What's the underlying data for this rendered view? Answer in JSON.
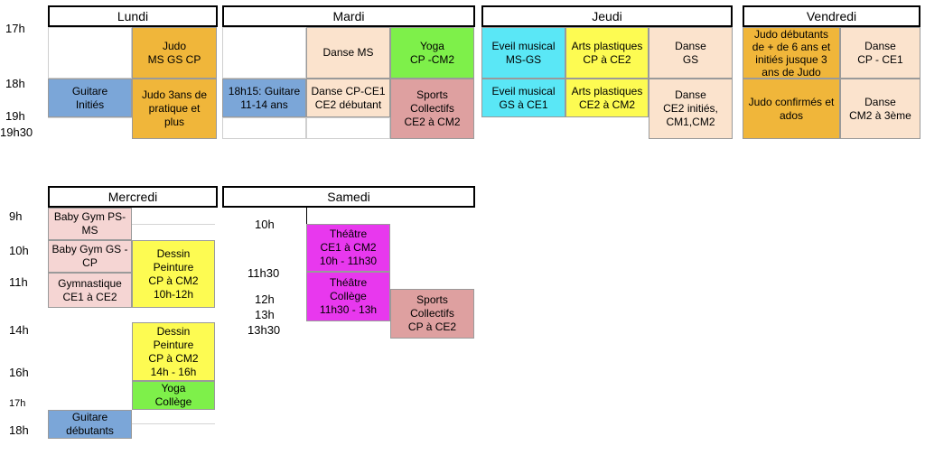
{
  "colors": {
    "orange": "#f0b63a",
    "blue": "#7ba6d8",
    "peach": "#fbe3cd",
    "green": "#7ef04a",
    "pink": "#dea0a0",
    "cyan": "#5ae7f6",
    "yellow": "#fdfb52",
    "lightpink": "#f5d5d3",
    "magenta": "#e838ee"
  },
  "days": {
    "lundi": "Lundi",
    "mardi": "Mardi",
    "jeudi": "Jeudi",
    "vendredi": "Vendredi",
    "mercredi": "Mercredi",
    "samedi": "Samedi"
  },
  "times": {
    "t17h": "17h",
    "t18h": "18h",
    "t19h": "19h",
    "t19h30": "19h30",
    "m9h": "9h",
    "m10h": "10h",
    "m11h": "11h",
    "m14h": "14h",
    "m16h": "16h",
    "m17h": "17h",
    "m18h": "18h",
    "s10h": "10h",
    "s11h30": "11h30",
    "s12h": "12h",
    "s13h": "13h",
    "s13h30": "13h30"
  },
  "activities": {
    "lundi_judo_ms": "Judo\nMS GS CP",
    "lundi_guitare": "Guitare\nInitiés",
    "lundi_judo_3ans": "Judo 3ans de\npratique et\nplus",
    "mardi_danse_ms": "Danse MS",
    "mardi_yoga": "Yoga\nCP -CM2",
    "mardi_guitare": "18h15: Guitare\n11-14 ans",
    "mardi_danse_cp": "Danse CP-CE1\nCE2 débutant",
    "mardi_sports": "Sports\nCollectifs\nCE2 à CM2",
    "jeudi_eveil_ms": "Eveil musical\nMS-GS",
    "jeudi_arts_cp": "Arts plastiques\nCP à CE2",
    "jeudi_danse_gs": "Danse\nGS",
    "jeudi_eveil_gs": "Eveil musical\nGS à CE1",
    "jeudi_arts_ce2": "Arts plastiques\nCE2 à CM2",
    "jeudi_danse_ce2": "Danse\nCE2 initiés,\nCM1,CM2",
    "vendredi_judo_deb": "Judo débutants\nde + de 6 ans et\ninitiés jusque 3\nans de Judo",
    "vendredi_danse_cp": "Danse\nCP - CE1",
    "vendredi_judo_conf": "Judo confirmés et\nados",
    "vendredi_danse_cm2": "Danse\nCM2 à 3ème",
    "mer_babygym_ps": "Baby Gym PS-\nMS",
    "mer_babygym_gs": "Baby Gym GS -\nCP",
    "mer_dessin_am": "Dessin\nPeinture\nCP à CM2\n10h-12h",
    "mer_gym": "Gymnastique\nCE1 à CE2",
    "mer_dessin_pm": "Dessin\nPeinture\nCP à CM2\n14h - 16h",
    "mer_yoga": "Yoga\nCollège",
    "mer_guitare": "Guitare\ndébutants",
    "sam_theatre_ce1": "Théâtre\nCE1 à CM2\n10h - 11h30",
    "sam_theatre_college": "Théâtre\nCollège\n11h30 - 13h",
    "sam_sports": "Sports\nCollectifs\nCP à CE2"
  }
}
